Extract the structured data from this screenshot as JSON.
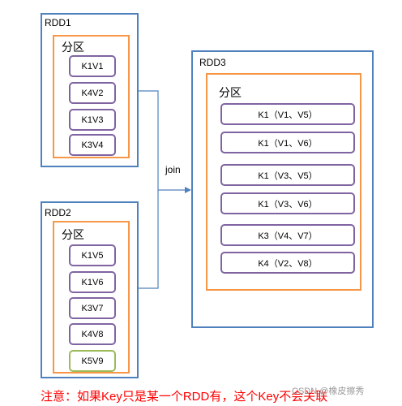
{
  "rdd1": {
    "title": "RDD1",
    "partition_label": "分区",
    "items": [
      "K1V1",
      "K4V2",
      "K1V3",
      "K3V4"
    ]
  },
  "rdd2": {
    "title": "RDD2",
    "partition_label": "分区",
    "items": [
      "K1V5",
      "K1V6",
      "K3V7",
      "K4V8",
      "K5V9"
    ]
  },
  "rdd3": {
    "title": "RDD3",
    "partition_label": "分区",
    "items": [
      "K1（V1、V5）",
      "K1（V1、V6）",
      "K1（V3、V5）",
      "K1（V3、V6）",
      "K3（V4、V7）",
      "K4（V2、V8）"
    ]
  },
  "join_label": "join",
  "note": "注意：如果Key只是某一个RDD有，这个Key不会关联",
  "watermark": "CSDN @橡皮擦秀",
  "colors": {
    "rdd_border": "#4f81bd",
    "partition_border": "#f79646",
    "item_border": "#8064a2",
    "unmatched_item_border": "#9bbb59",
    "note_text": "#ff0000"
  }
}
